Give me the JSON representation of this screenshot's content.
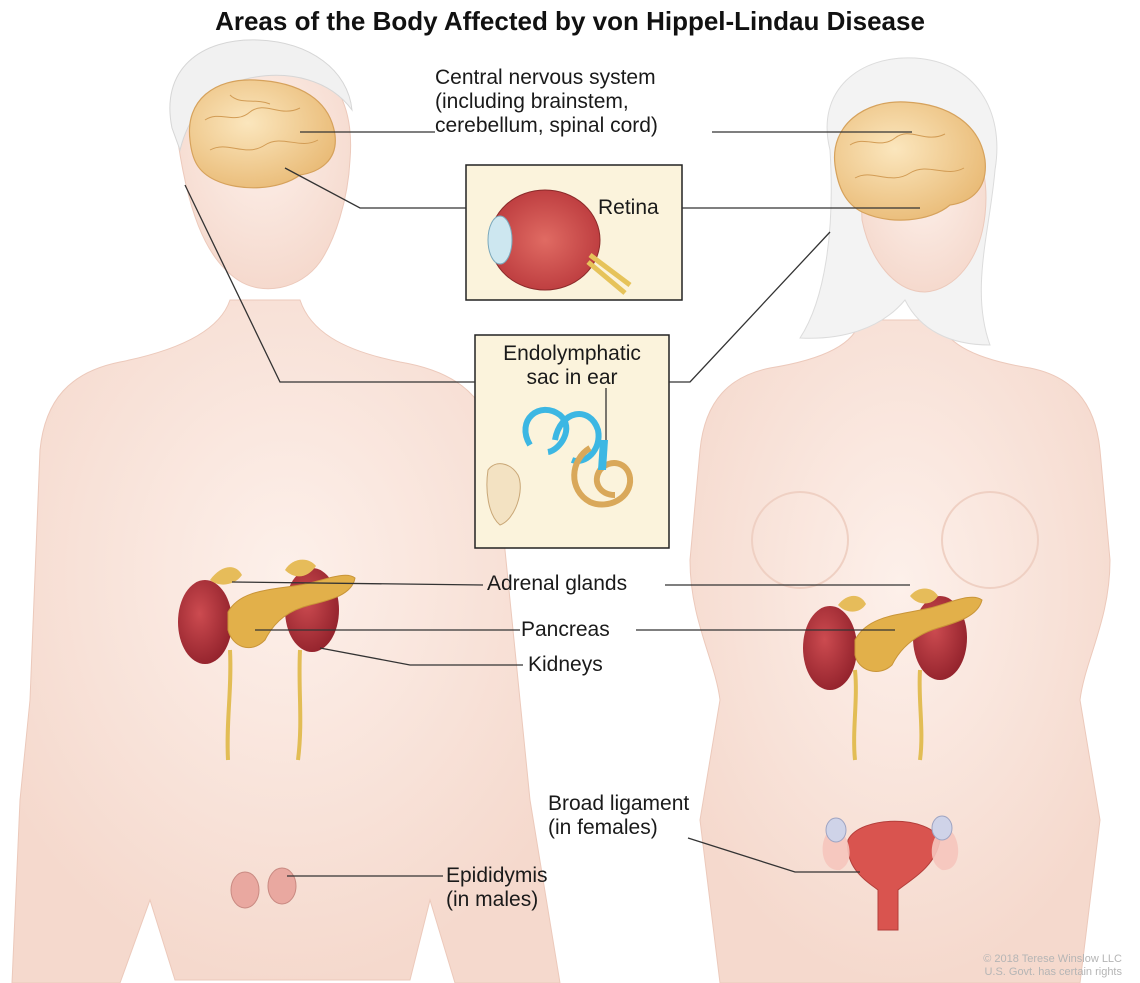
{
  "title": "Areas of the Body Affected by von Hippel-Lindau Disease",
  "labels": {
    "cns_line1": "Central nervous system",
    "cns_line2": "(including brainstem,",
    "cns_line3": "cerebellum, spinal cord)",
    "retina": "Retina",
    "ear_line1": "Endolymphatic",
    "ear_line2": "sac in ear",
    "adrenal": "Adrenal glands",
    "pancreas": "Pancreas",
    "kidneys": "Kidneys",
    "broad_line1": "Broad ligament",
    "broad_line2": "(in females)",
    "epi_line1": "Epididymis",
    "epi_line2": "(in males)"
  },
  "credit": {
    "line1": "© 2018 Terese Winslow LLC",
    "line2": "U.S. Govt. has certain rights"
  },
  "colors": {
    "skin": "#f9e3da",
    "brain": "#f2cf97",
    "kidney": "#a9303a",
    "pancreas": "#e2b04a",
    "ear": "#3cb7e3",
    "inset_bg": "#fbf3dc"
  }
}
